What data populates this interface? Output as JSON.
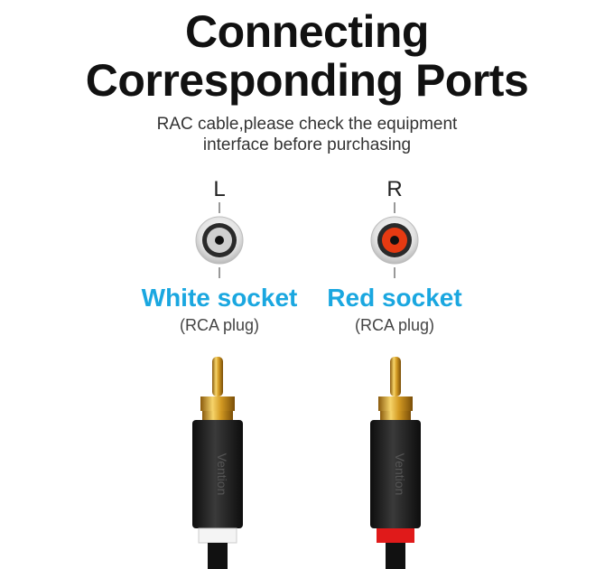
{
  "heading": {
    "line1": "Connecting",
    "line2": "Corresponding Ports"
  },
  "subtitle": {
    "line1": "RAC cable,please check the equipment",
    "line2": "interface before purchasing"
  },
  "left": {
    "letter": "L",
    "socket_name": "White socket",
    "plug_type": "(RCA plug)",
    "brand": "Vention",
    "collar_color": "#f4f4f4",
    "socket_center_color": "#cfcfcf"
  },
  "right": {
    "letter": "R",
    "socket_name": "Red socket",
    "plug_type": "(RCA plug)",
    "brand": "Vention",
    "collar_color": "#e01a1a",
    "socket_center_color": "#e53a12"
  },
  "colors": {
    "accent_blue": "#1aa7e0",
    "plug_body": "#1b1b1b",
    "gold": "#d8a12a"
  }
}
